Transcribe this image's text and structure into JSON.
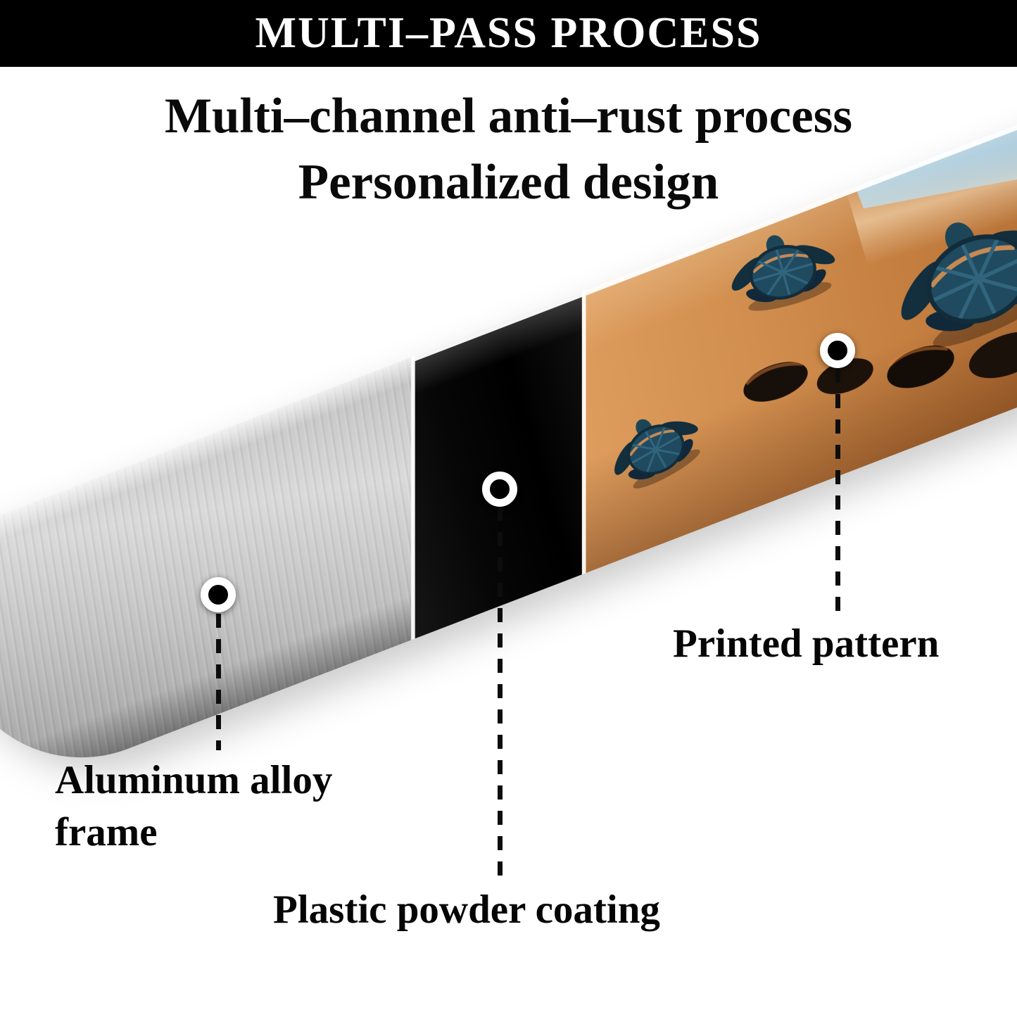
{
  "banner": {
    "title": "MULTI–PASS PROCESS",
    "bg_color": "#000000",
    "text_color": "#ffffff"
  },
  "headline": {
    "line1": "Multi–channel anti–rust process",
    "line2": "Personalized design"
  },
  "callouts": {
    "aluminum": {
      "label": "Aluminum alloy frame"
    },
    "coating": {
      "label": "Plastic powder coating"
    },
    "printed": {
      "label": "Printed pattern"
    }
  },
  "materials": {
    "aluminum_color": "#c2c2c2",
    "coating_color": "#0a0a0a",
    "sand_color": "#c07a3c",
    "sky_color": "#8abbdf",
    "turtle_color": "#1f4a60"
  },
  "icons": {
    "callout_dot": "filled-circle-marker",
    "pattern_illustration": "sea-turtles-on-sunset-beach"
  }
}
